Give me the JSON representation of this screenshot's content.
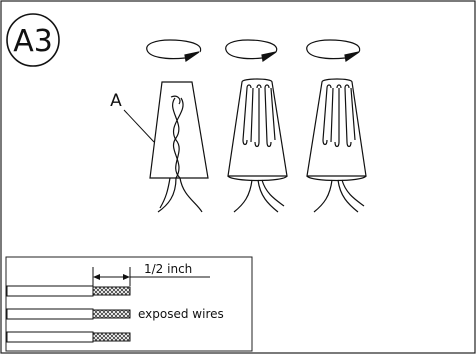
{
  "figure": {
    "step_badge": "A3",
    "callout_letter": "A",
    "strip_dimension": "1/2 inch",
    "exposed_wires_label": "exposed wires",
    "rotation_arrows": [
      "clockwise-twist-arrow",
      "clockwise-twist-arrow",
      "clockwise-twist-arrow"
    ],
    "connectors": [
      {
        "kind": "cutaway-connector-with-twisted-wires",
        "callout": "A"
      },
      {
        "kind": "ribbed-wire-nut"
      },
      {
        "kind": "ribbed-wire-nut"
      }
    ],
    "wires_in_inset": 3
  }
}
